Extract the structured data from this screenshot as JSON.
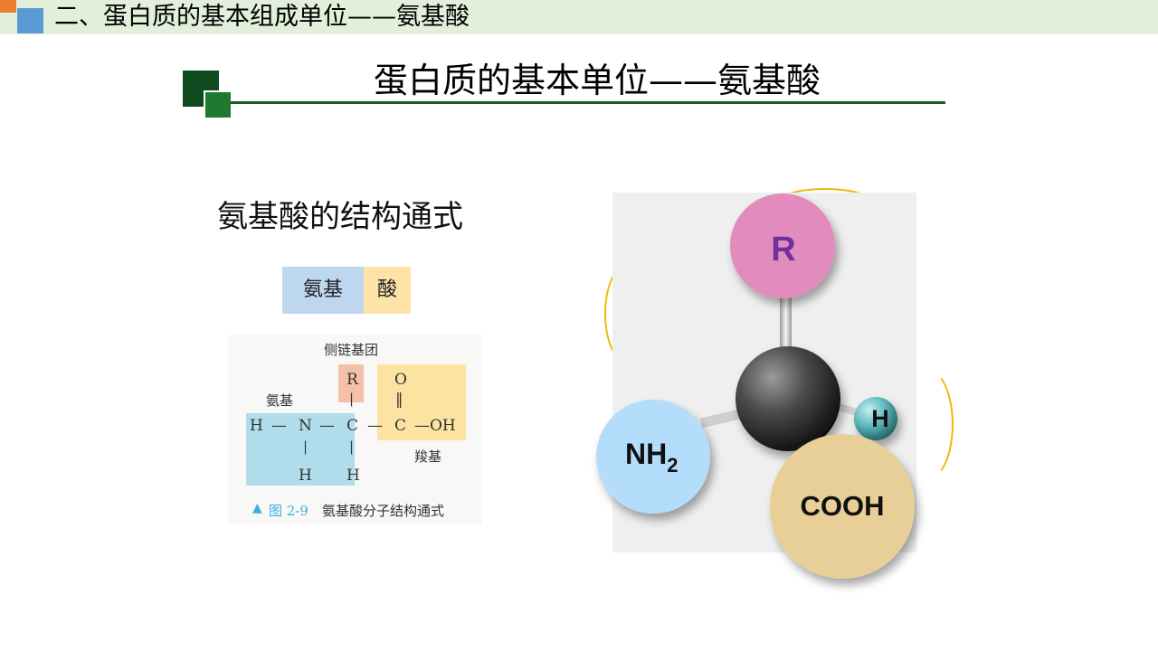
{
  "header": {
    "title": "二、蛋白质的基本组成单位——氨基酸"
  },
  "main_title": "蛋白质的基本单位——氨基酸",
  "subtitle": "氨基酸的结构通式",
  "legend": {
    "amino_label": "氨基",
    "acid_label": "酸"
  },
  "formula": {
    "side_chain_label": "侧链基团",
    "amino_label": "氨基",
    "carboxyl_label": "羧基",
    "atoms": {
      "h_left": "H",
      "dash1": "—",
      "n": "N",
      "dash2": "—",
      "c_center": "C",
      "dash3": "—",
      "c_acid": "C",
      "oh": "—OH",
      "r": "R",
      "o": "O",
      "double_bond": "‖",
      "bar_top": "|",
      "bar_n": "|",
      "bar_c": "|",
      "h_n": "H",
      "h_c": "H"
    },
    "caption_marker": "▲",
    "caption_fig": "图 2-9",
    "caption_text": "氨基酸分子结构通式"
  },
  "model": {
    "r_label": "R",
    "h_label": "H",
    "nh2_label": "NH",
    "nh2_sub": "2",
    "cooh_label": "COOH"
  },
  "colors": {
    "header_bg": "#e2efda",
    "amino_blue": "#bdd7ee",
    "acid_yellow": "#fde3a7",
    "r_pink": "#e28bbd",
    "r_text": "#7030a0",
    "nh2_blue": "#b4dcfb",
    "cooh_tan": "#e7cf97",
    "h_teal": "#5eb8bd"
  }
}
